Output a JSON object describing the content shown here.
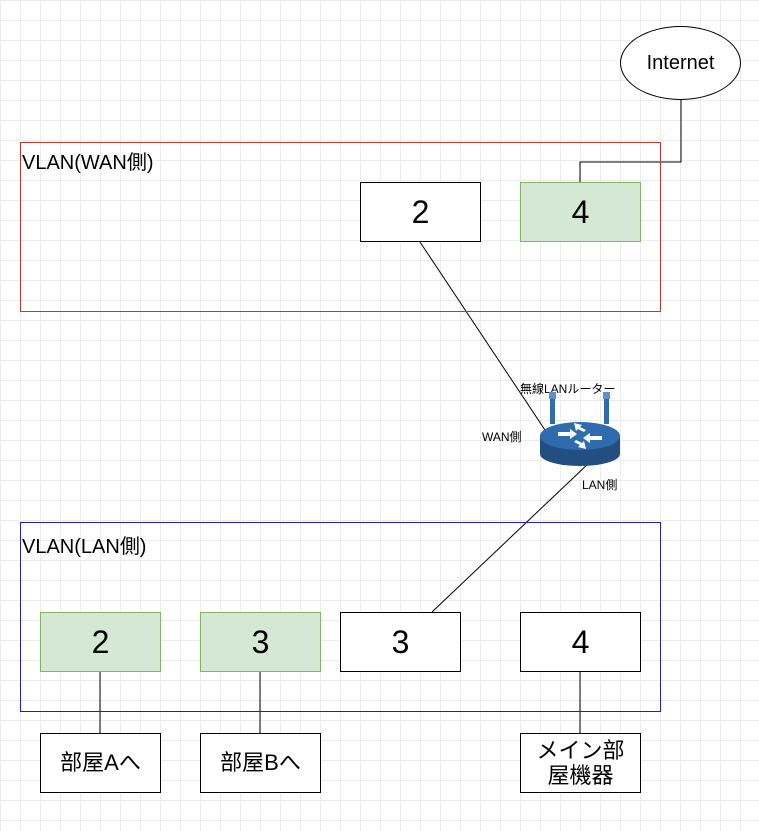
{
  "internet": {
    "label": "Internet"
  },
  "wan_group": {
    "title": "VLAN(WAN側)",
    "border_color": "#c0392b",
    "ports": [
      {
        "label": "2",
        "highlighted": false
      },
      {
        "label": "4",
        "highlighted": true
      }
    ]
  },
  "router": {
    "label": "無線LANルーター",
    "wan_label": "WAN側",
    "lan_label": "LAN側",
    "icon": "wireless-router-icon",
    "color": "#2f6cad"
  },
  "lan_group": {
    "title": "VLAN(LAN側)",
    "border_color": "#1f1fbf",
    "ports": [
      {
        "label": "2",
        "highlighted": true
      },
      {
        "label": "3",
        "highlighted": true
      },
      {
        "label": "3",
        "highlighted": false
      },
      {
        "label": "4",
        "highlighted": false
      }
    ]
  },
  "destinations": [
    {
      "label": "部屋Aへ"
    },
    {
      "label": "部屋Bへ"
    },
    {
      "label": "メイン部屋機器"
    }
  ],
  "colors": {
    "highlight_fill": "#d5e8d4",
    "highlight_border": "#82b366"
  }
}
